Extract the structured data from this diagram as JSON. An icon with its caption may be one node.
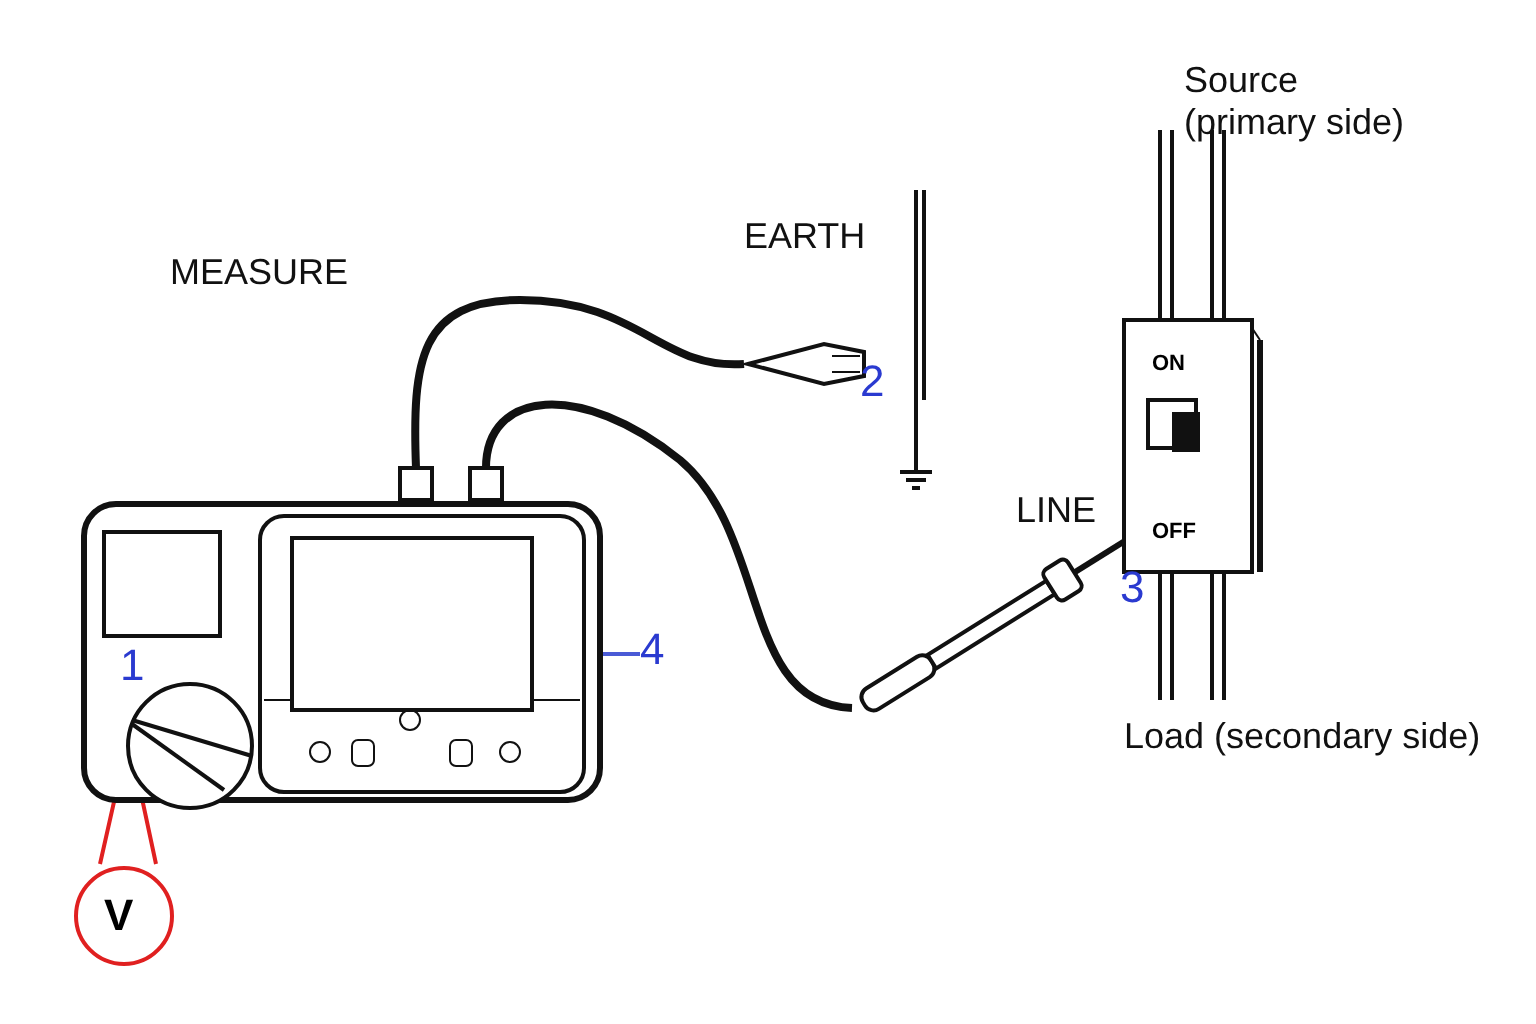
{
  "diagram": {
    "nodes": [
      {
        "text": [],
        "shape": "picture"
      },
      {
        "text": [],
        "shape": "box",
        "in": 0
      },
      {
        "text": [
          "4"
        ]
      },
      {
        "text": [],
        "shape": "circle",
        "in": 0
      },
      {
        "text": [
          "V"
        ]
      },
      {
        "text": [],
        "shape": "picture"
      },
      {
        "text": [],
        "shape": "picture"
      },
      {
        "text": [
          "ON",
          "OFF"
        ]
      }
    ],
    "edges": [
      {
        "from": 2,
        "to": 1,
        "arrow": "none",
        "color": "#4a5bd6"
      },
      {
        "from": 4,
        "to": 3,
        "arrow": "none",
        "color": "#e02020"
      },
      {
        "from": 0,
        "to": 5,
        "arrow": "other",
        "style": "thick"
      },
      {
        "from": 0,
        "to": 6,
        "arrow": "other",
        "style": "thick"
      }
    ],
    "labels": [
      "MEASURE",
      "EARTH",
      "Source (primary side)",
      "LINE",
      "1",
      "2",
      "3",
      "Load (secondary side)"
    ]
  }
}
